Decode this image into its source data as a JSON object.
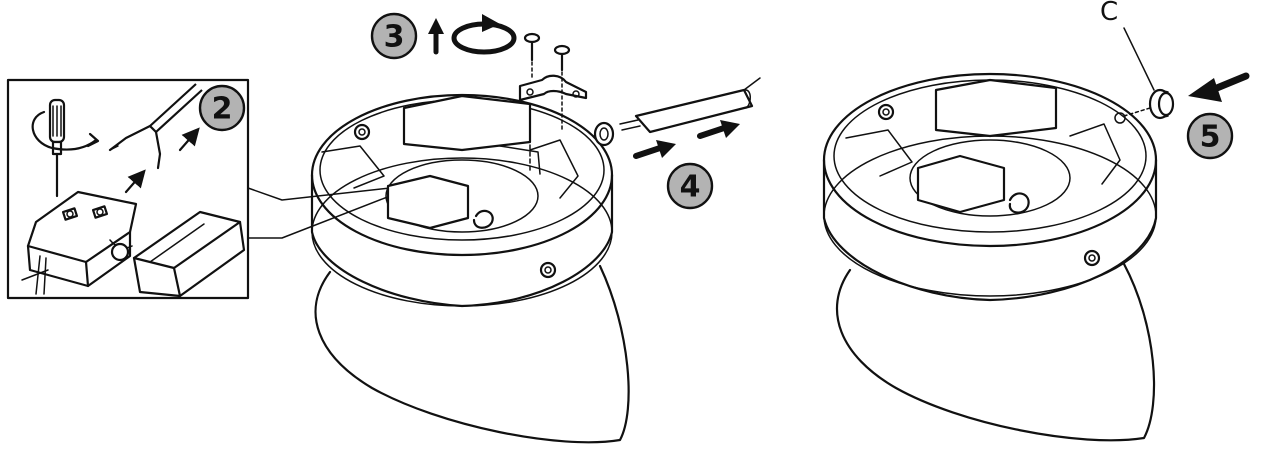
{
  "colors": {
    "line": "#111111",
    "background": "#ffffff",
    "step_badge_fill": "#b3b3b3"
  },
  "steps": [
    {
      "number": "2",
      "icon": "screwdriver-rotate-icon"
    },
    {
      "number": "3",
      "icon": "rotate-unscrew-icon"
    },
    {
      "number": "4",
      "icon": "push-arrow-icon"
    },
    {
      "number": "5",
      "icon": "push-arrow-icon"
    }
  ],
  "parts": [
    {
      "letter": "C"
    }
  ]
}
